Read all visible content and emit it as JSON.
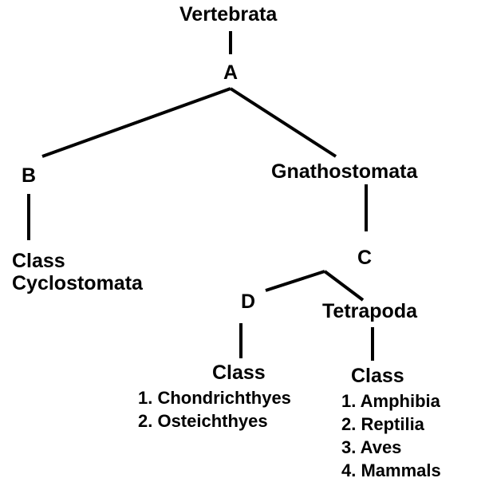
{
  "tree": {
    "root": "Vertebrata",
    "node_a": "A",
    "node_b": "B",
    "gnathostomata": "Gnathostomata",
    "class_cyclostomata": [
      "Class",
      "Cyclostomata"
    ],
    "node_c": "C",
    "node_d": "D",
    "tetrapoda": "Tetrapoda",
    "d_class": {
      "heading": "Class",
      "items": [
        "1. Chondrichthyes",
        "2. Osteichthyes"
      ]
    },
    "tetrapoda_class": {
      "heading": "Class",
      "items": [
        "1. Amphibia",
        "2. Reptilia",
        "3. Aves",
        "4. Mammals"
      ]
    }
  },
  "colors": {
    "text": "#000000",
    "line": "#000000",
    "background": "#ffffff"
  }
}
